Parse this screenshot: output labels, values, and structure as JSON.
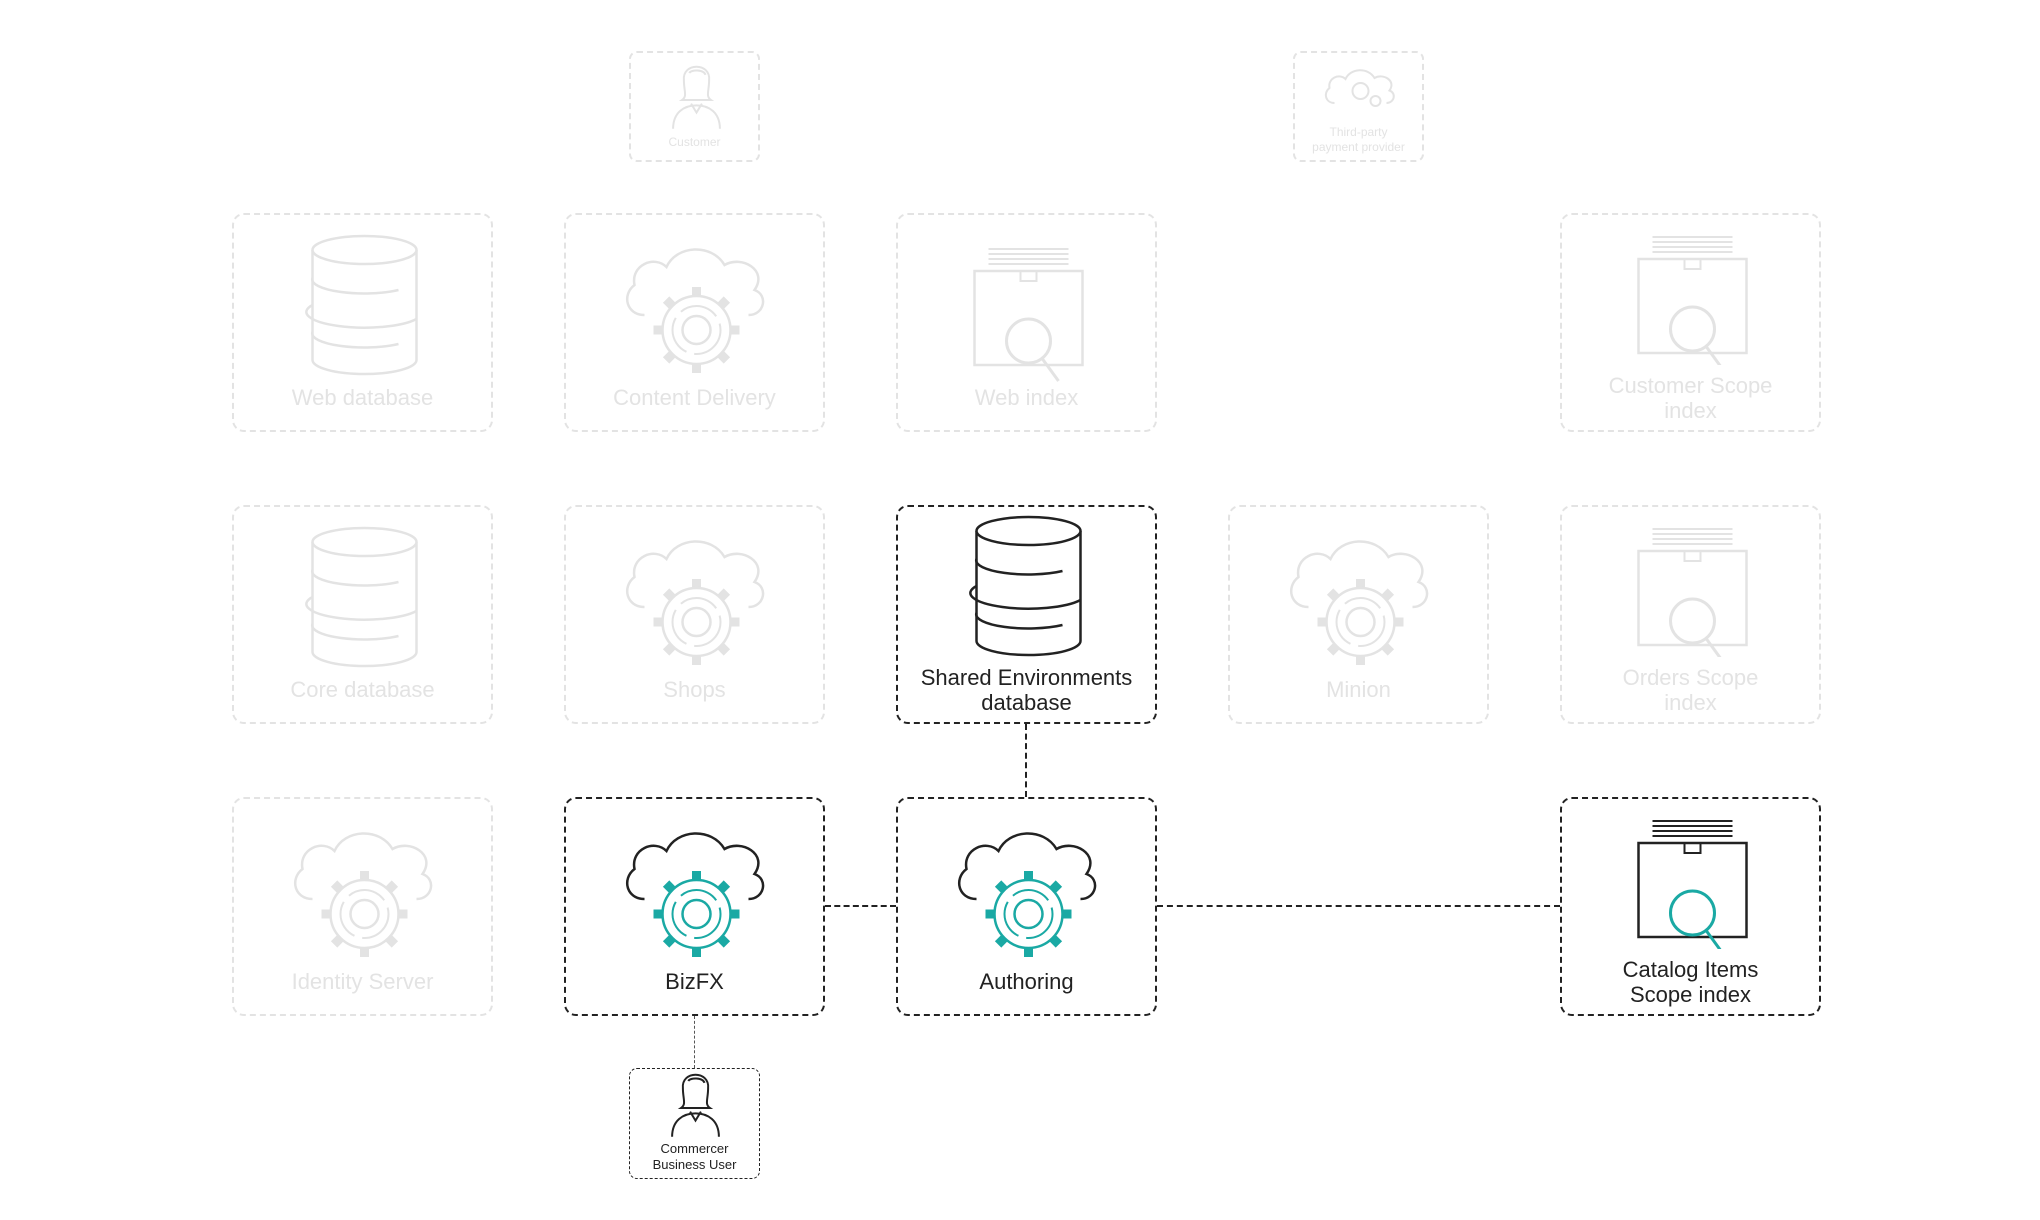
{
  "diagram": {
    "colors": {
      "dim": "#e3e3e3",
      "active": "#222222",
      "accent": "#1aa9a4"
    },
    "nodes": {
      "customer": {
        "label": "Customer",
        "icon": "person-icon",
        "active": false
      },
      "payment_provider": {
        "label": "Third-party payment provider",
        "icon": "cloud-gears-icon",
        "active": false
      },
      "web_database": {
        "label": "Web database",
        "icon": "database-icon",
        "active": false
      },
      "content_delivery": {
        "label": "Content Delivery",
        "icon": "cloud-gear-icon",
        "active": false
      },
      "web_index": {
        "label": "Web index",
        "icon": "search-index-icon",
        "active": false
      },
      "customer_scope": {
        "label": "Customer Scope index",
        "icon": "search-index-icon",
        "active": false
      },
      "core_database": {
        "label": "Core database",
        "icon": "database-icon",
        "active": false
      },
      "shops": {
        "label": "Shops",
        "icon": "cloud-gear-icon",
        "active": false
      },
      "shared_env_db": {
        "label": "Shared Environments database",
        "icon": "database-icon",
        "active": true
      },
      "minion": {
        "label": "Minion",
        "icon": "cloud-gear-icon",
        "active": false
      },
      "orders_scope": {
        "label": "Orders Scope index",
        "icon": "search-index-icon",
        "active": false
      },
      "identity_server": {
        "label": "Identity Server",
        "icon": "cloud-gear-icon",
        "active": false
      },
      "bizfx": {
        "label": "BizFX",
        "icon": "cloud-gear-icon",
        "active": true
      },
      "authoring": {
        "label": "Authoring",
        "icon": "cloud-gear-icon",
        "active": true
      },
      "catalog_scope": {
        "label": "Catalog Items Scope index",
        "icon": "search-index-icon",
        "active": true
      },
      "commercer": {
        "label": "Commercer Business User",
        "icon": "person-icon",
        "active": true
      }
    },
    "connections": [
      {
        "from": "bizfx",
        "to": "authoring"
      },
      {
        "from": "shared_env_db",
        "to": "authoring"
      },
      {
        "from": "authoring",
        "to": "catalog_scope"
      },
      {
        "from": "bizfx",
        "to": "commercer"
      }
    ]
  }
}
